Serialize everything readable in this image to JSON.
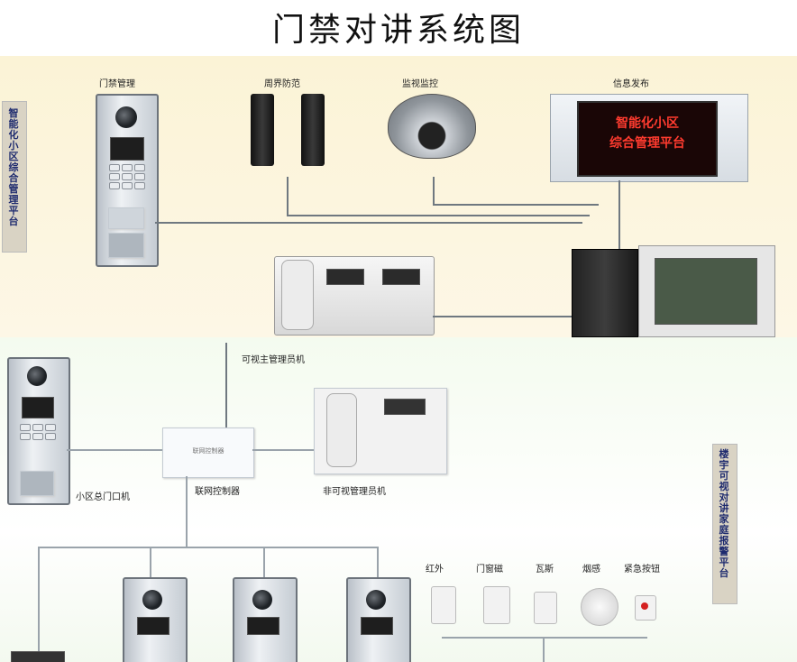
{
  "title": "门禁对讲系统图",
  "top_section": {
    "side_label": "智能化小区综合管理平台",
    "devices": {
      "access_control": "门禁管理",
      "perimeter": "周界防范",
      "cctv": "监视监控",
      "info_release": "信息发布"
    },
    "led_screen_lines": [
      "智能化小区",
      "综合管理平台"
    ]
  },
  "bottom_section": {
    "side_label": "楼宇可视对讲家庭报警平台",
    "main_manager": "可视主管理员机",
    "gate_unit": "小区总门口机",
    "network_controller": "联网控制器",
    "controller_caption": "联网控制器",
    "nonvideo_manager": "非可视管理员机",
    "sensors": [
      "红外",
      "门窗磁",
      "瓦斯",
      "烟感",
      "紧急按钮"
    ]
  },
  "colors": {
    "top_band": "#fbf3d6",
    "bottom_band": "#f4fbef",
    "led_text": "#ff3b2f",
    "vertical_label": "#1d2a6e"
  }
}
